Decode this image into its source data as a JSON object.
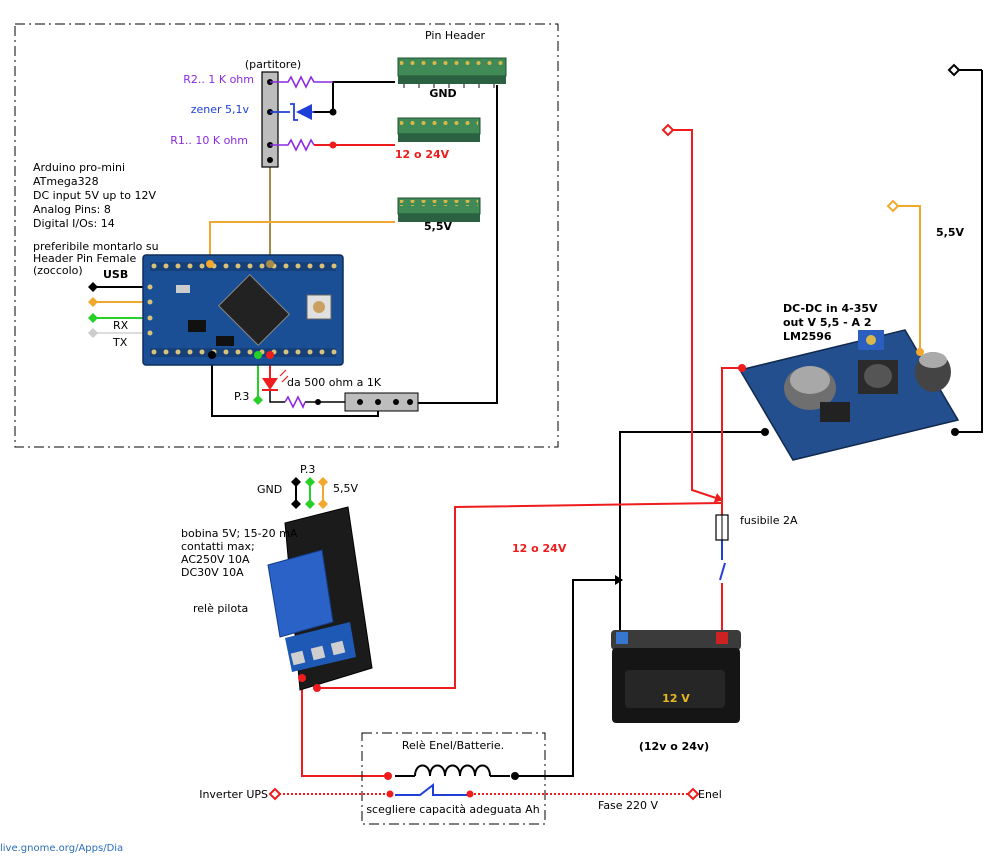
{
  "arduino": {
    "info": [
      "Arduino pro-mini",
      "ATmega328",
      "DC input 5V up to 12V",
      "Analog Pins: 8",
      "Digital I/Os: 14"
    ],
    "note": [
      "preferibile montarlo su",
      "Header Pin Female",
      "(zoccolo)"
    ],
    "usb": "USB",
    "rx": "RX",
    "tx": "TX"
  },
  "divider": {
    "title": "(partitore)",
    "r2": "R2.. 1 K ohm",
    "zener": "zener 5,1v",
    "r1": "R1.. 10 K ohm"
  },
  "headers": {
    "title": "Pin Header",
    "gnd": "GND",
    "input": "12 o 24V",
    "out": "5,5V"
  },
  "led": {
    "resistor": "da 500 ohm a 1K",
    "pin": "P.3"
  },
  "relay_module": {
    "gnd": "GND",
    "pin": "P.3",
    "vcc": "5,5V",
    "specs": [
      "bobina 5V; 15-20 mA",
      "contatti max;",
      "AC250V 10A",
      "DC30V 10A"
    ],
    "name": "relè pilota"
  },
  "power": {
    "line_label": "12 o 24V",
    "rail_label": "5,5V",
    "converter": [
      "DC-DC in 4-35V",
      "out V 5,5 - A 2",
      "LM2596"
    ],
    "fuse": "fusibile 2A"
  },
  "battery": {
    "label": "12 V",
    "caption": "(12v o 24v)"
  },
  "power_relay": {
    "title": "Relè Enel/Batterie.",
    "note": "scegliere capacità adeguata Ah",
    "left": "Inverter UPS",
    "right": "Enel",
    "phase": "Fase 220 V"
  },
  "footer": "live.gnome.org/Apps/Dia",
  "colors": {
    "red": "#ee1c1c",
    "orange": "#f2a72e",
    "green": "#27d027",
    "purple": "#8a2be2",
    "blue": "#1f3fd8",
    "olive": "#a88a4a",
    "board": "#1a4f95",
    "header": "#3f8a56"
  }
}
